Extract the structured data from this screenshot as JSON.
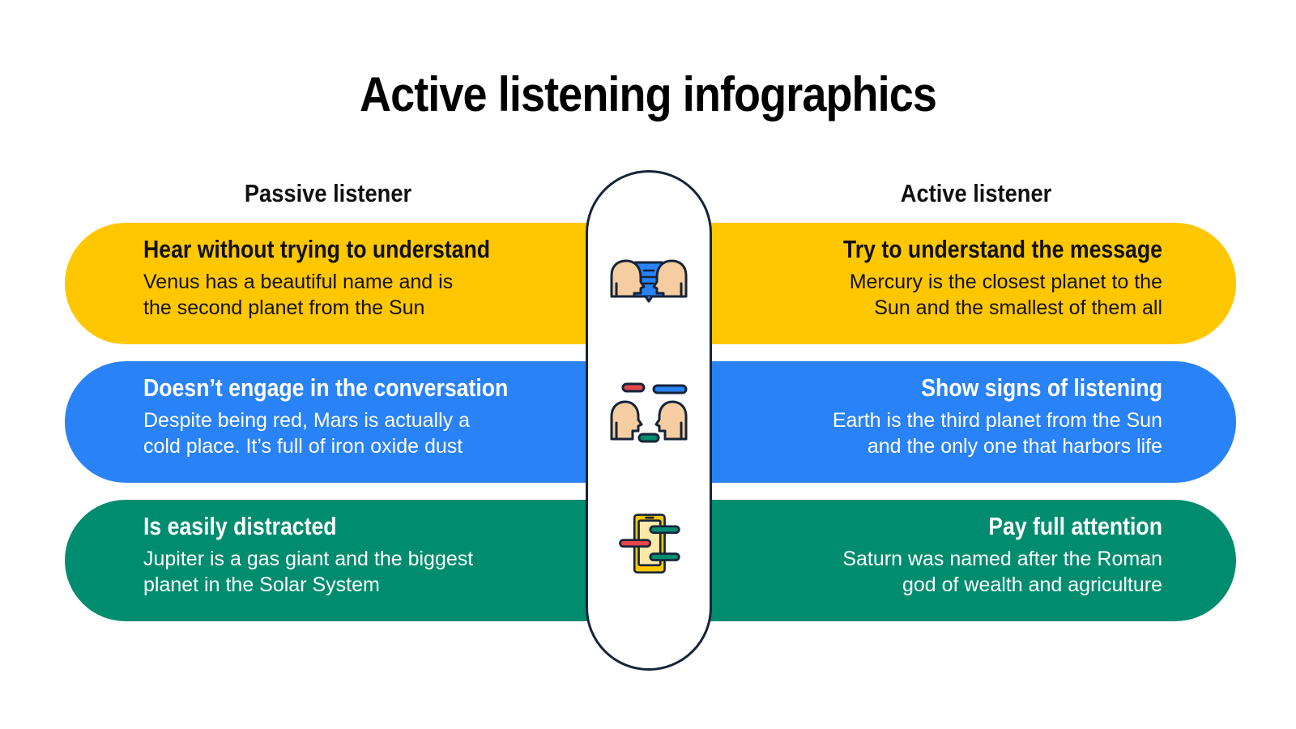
{
  "title": "Active listening infographics",
  "columns": {
    "left": "Passive listener",
    "right": "Active listener"
  },
  "colors": {
    "yellow": "#FFC700",
    "blue": "#2A82F7",
    "green": "#008C6F",
    "outline": "#15243a"
  },
  "rows": [
    {
      "color": "yellow",
      "icon": "two-heads-sharing-chat-icon",
      "left": {
        "heading": "Hear without trying to understand",
        "text": [
          "Venus has a beautiful name and is",
          "the second planet from the Sun"
        ]
      },
      "right": {
        "heading": "Try to understand the message",
        "text": [
          "Mercury is the closest planet to the",
          "Sun and the smallest of them all"
        ]
      }
    },
    {
      "color": "blue",
      "icon": "two-heads-conversation-icon",
      "left": {
        "heading": "Doesn’t engage in the conversation",
        "text": [
          "Despite being red, Mars is actually a",
          "cold place. It’s full of iron oxide dust"
        ]
      },
      "right": {
        "heading": "Show signs of listening",
        "text": [
          "Earth is the third planet from the Sun",
          "and the only one that harbors life"
        ]
      }
    },
    {
      "color": "green",
      "icon": "phone-chat-icon",
      "left": {
        "heading": "Is easily distracted",
        "text": [
          "Jupiter is a gas giant and the biggest",
          "planet in the Solar System"
        ]
      },
      "right": {
        "heading": "Pay full attention",
        "text": [
          "Saturn was named after the Roman",
          "god of wealth and agriculture"
        ]
      }
    }
  ]
}
